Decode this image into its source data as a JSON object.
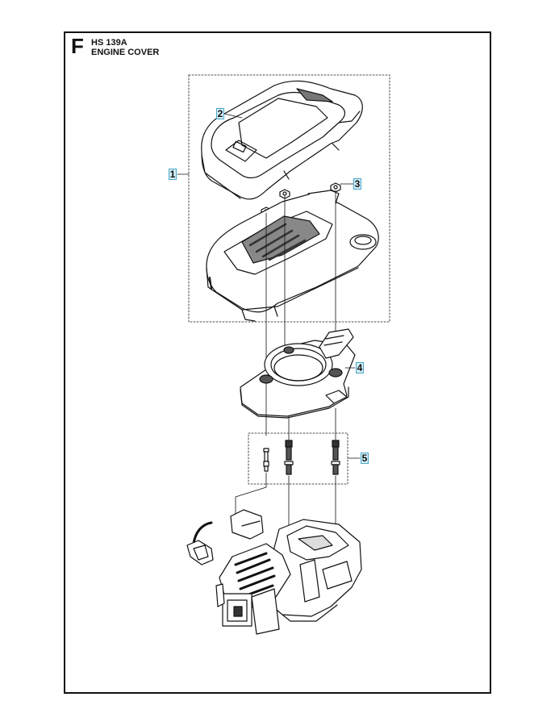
{
  "header": {
    "section_letter": "F",
    "model": "HS 139A",
    "title": "ENGINE COVER"
  },
  "callouts": [
    {
      "label": "1"
    },
    {
      "label": "2"
    },
    {
      "label": "3"
    },
    {
      "label": "4"
    },
    {
      "label": "5"
    }
  ],
  "colors": {
    "line": "#111111",
    "callout_border": "#4aa6c8",
    "callout_fill": "#d4eef8"
  }
}
